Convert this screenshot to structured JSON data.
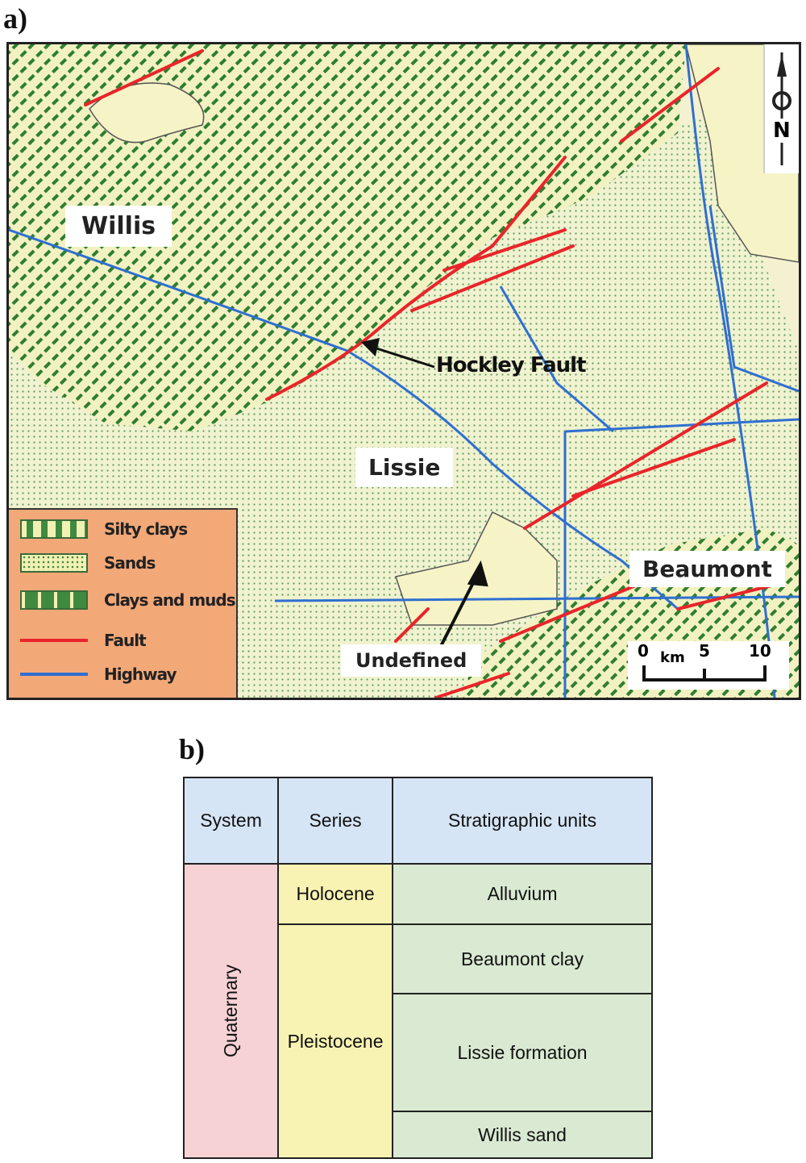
{
  "panels": {
    "a": "a)",
    "b": "b)"
  },
  "map": {
    "places": {
      "willis": "Willis",
      "lissie": "Lissie",
      "beaumont": "Beaumont",
      "undefined": "Undefined"
    },
    "annotations": {
      "hockley_fault": "Hockley Fault"
    },
    "legend": [
      {
        "label": "Silty clays",
        "pattern": "silty-clays"
      },
      {
        "label": "Sands",
        "pattern": "sands"
      },
      {
        "label": "Clays and muds",
        "pattern": "clays-and-muds"
      },
      {
        "label": "Fault",
        "color": "#e8252a"
      },
      {
        "label": "Highway",
        "color": "#2f6fd0"
      }
    ],
    "scale_bar": {
      "ticks": [
        "0",
        "5",
        "10"
      ],
      "unit": "km"
    },
    "north_arrow": "N",
    "colors": {
      "fault": "#e8252a",
      "highway": "#2f6fd0",
      "background": "#f3f1cf",
      "hatch": "#2f7d2f",
      "legend_bg": "#f3a878"
    }
  },
  "table": {
    "headers": [
      "System",
      "Series",
      "Stratigraphic units"
    ],
    "system": "Quaternary",
    "series": [
      "Holocene",
      "Pleistocene"
    ],
    "units": [
      "Alluvium",
      "Beaumont clay",
      "Lissie formation",
      "Willis sand"
    ]
  }
}
